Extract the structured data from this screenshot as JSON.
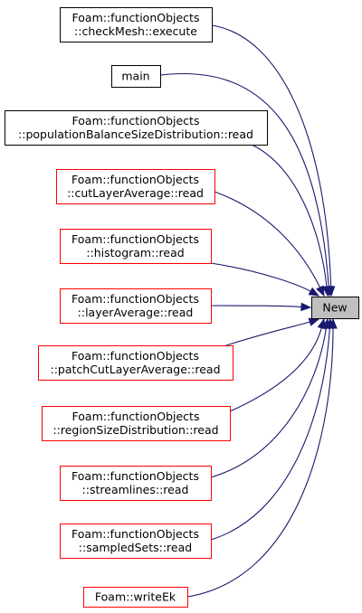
{
  "colors": {
    "background": "#ffffff",
    "edge": "#191970",
    "node_border_default": "#000000",
    "node_border_highlight": "#ff0000",
    "target_fill": "#bfbfbf",
    "node_fill": "#ffffff"
  },
  "target": {
    "name": "New"
  },
  "callers": [
    {
      "id": "checkMesh-execute",
      "lines": [
        "Foam::functionObjects",
        "::checkMesh::execute"
      ],
      "highlight": false
    },
    {
      "id": "main",
      "lines": [
        "main"
      ],
      "highlight": false
    },
    {
      "id": "populationBalanceSizeDistribution-read",
      "lines": [
        "Foam::functionObjects",
        "::populationBalanceSizeDistribution::read"
      ],
      "highlight": false
    },
    {
      "id": "cutLayerAverage-read",
      "lines": [
        "Foam::functionObjects",
        "::cutLayerAverage::read"
      ],
      "highlight": true
    },
    {
      "id": "histogram-read",
      "lines": [
        "Foam::functionObjects",
        "::histogram::read"
      ],
      "highlight": true
    },
    {
      "id": "layerAverage-read",
      "lines": [
        "Foam::functionObjects",
        "::layerAverage::read"
      ],
      "highlight": true
    },
    {
      "id": "patchCutLayerAverage-read",
      "lines": [
        "Foam::functionObjects",
        "::patchCutLayerAverage::read"
      ],
      "highlight": true
    },
    {
      "id": "regionSizeDistribution-read",
      "lines": [
        "Foam::functionObjects",
        "::regionSizeDistribution::read"
      ],
      "highlight": true
    },
    {
      "id": "streamlines-read",
      "lines": [
        "Foam::functionObjects",
        "::streamlines::read"
      ],
      "highlight": true
    },
    {
      "id": "sampledSets-read",
      "lines": [
        "Foam::functionObjects",
        "::sampledSets::read"
      ],
      "highlight": true
    },
    {
      "id": "writeEk",
      "lines": [
        "Foam::writeEk"
      ],
      "highlight": true
    }
  ]
}
